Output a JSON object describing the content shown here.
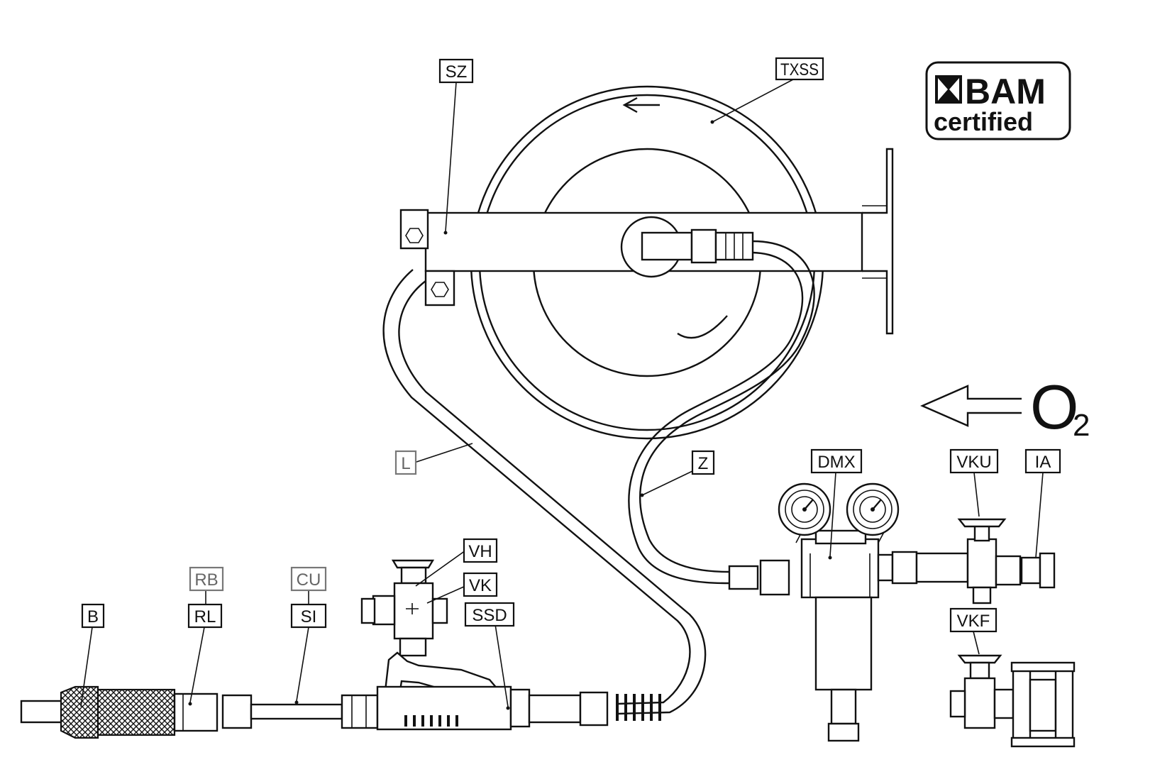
{
  "logo": {
    "brand": "BAM",
    "tagline": "certified"
  },
  "medium": {
    "symbol": "O",
    "subscript": "2"
  },
  "labels": {
    "sz": "SZ",
    "txss": "TXSS",
    "l": "L",
    "z": "Z",
    "dmx": "DMX",
    "vku": "VKU",
    "ia": "IA",
    "vkf": "VKF",
    "vh": "VH",
    "vk": "VK",
    "ssd": "SSD",
    "rb": "RB",
    "rl": "RL",
    "cu": "CU",
    "si": "SI",
    "b": "B"
  }
}
